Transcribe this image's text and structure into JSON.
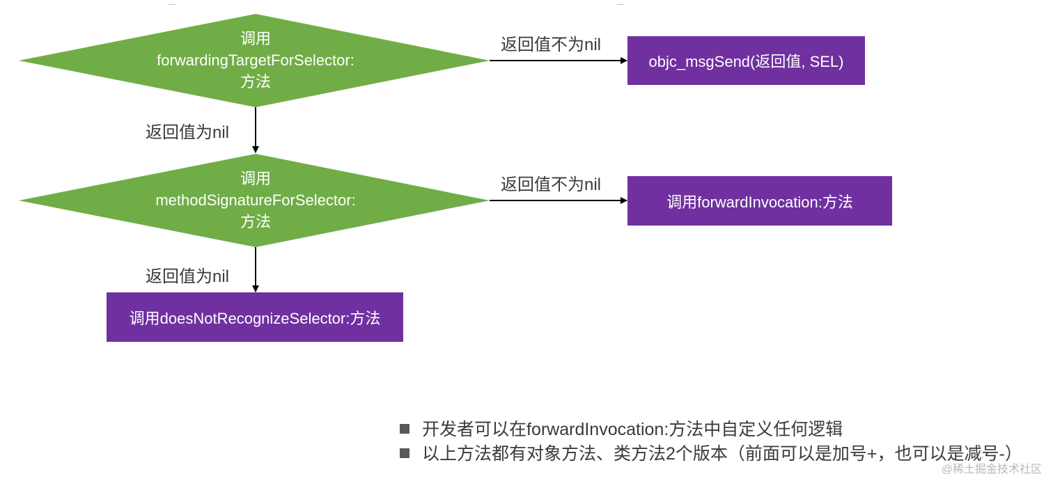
{
  "colors": {
    "diamond": "#70ad47",
    "box": "#7030a0",
    "arrow": "#000000",
    "text_on_shape": "#ffffff",
    "bullet": "#595959"
  },
  "diamond1": {
    "line1": "调用",
    "line2": "forwardingTargetForSelector:",
    "line3": "方法"
  },
  "diamond2": {
    "line1": "调用",
    "line2": "methodSignatureForSelector:",
    "line3": "方法"
  },
  "box1": {
    "label": "objc_msgSend(返回值, SEL)"
  },
  "box2": {
    "label": "调用forwardInvocation:方法"
  },
  "box3": {
    "label": "调用doesNotRecognizeSelector:方法"
  },
  "edges": {
    "d1_right": "返回值不为nil",
    "d1_down": "返回值为nil",
    "d2_right": "返回值不为nil",
    "d2_down": "返回值为nil"
  },
  "notes": [
    {
      "bullet_icon": "square-bullet",
      "text": "开发者可以在forwardInvocation:方法中自定义任何逻辑"
    },
    {
      "bullet_icon": "square-bullet",
      "text": "以上方法都有对象方法、类方法2个版本（前面可以是加号+，也可以是减号-）"
    }
  ],
  "watermark": "@稀土掘金技术社区"
}
